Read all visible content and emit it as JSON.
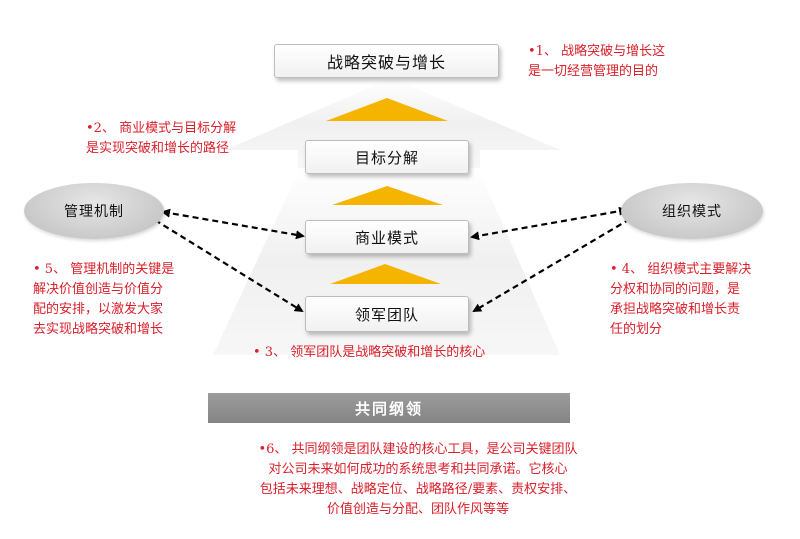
{
  "top_box": "战略突破与增长",
  "level_boxes": {
    "goal": "目标分解",
    "business": "商业模式",
    "team": "领军团队"
  },
  "left_ellipse": "管理机制",
  "right_ellipse": "组织模式",
  "bottom_bar": "共同纲领",
  "notes": {
    "n1": [
      "•1、 战略突破与增长这",
      "是一切经营管理的目的"
    ],
    "n2": [
      "•2、 商业模式与目标分解",
      "是实现突破和增长的路径"
    ],
    "n3": [
      "•  3、 领军团队是战略突破和增长的核心"
    ],
    "n4": [
      "• 4、 组织模式主要解决",
      "分权和协同的问题，是",
      "承担战略突破和增长责",
      "任的划分"
    ],
    "n5": [
      "• 5、 管理机制的关键是",
      "解决价值创造与价值分",
      "配的安排，以激发大家",
      "去实现战略突破和增长"
    ],
    "n6": [
      "•6、 共同纲领是团队建设的核心工具，是公司关键团队",
      "对公司未来如何成功的系统思考和共同承诺。它核心",
      "包括未来理想、战略定位、战略路径/要素、责权安排、",
      "价值创造与分配、团队作风等等"
    ]
  },
  "colors": {
    "accent_yellow": "#f4b400",
    "note_red": "#d9202b",
    "ellipse_gray": "#c4c4c4",
    "bar_gray": "#8e8e8e"
  }
}
